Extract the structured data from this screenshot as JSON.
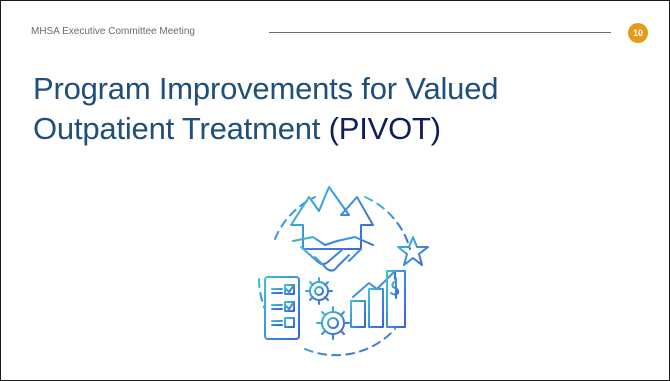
{
  "header": {
    "meeting_title": "MHSA Executive Committee Meeting",
    "page_number": "10"
  },
  "slide": {
    "title_main": "Program Improvements for Valued Outpatient Treatment ",
    "title_acronym": "(PIVOT)"
  },
  "illustration": {
    "icon": "program-improvement-icon"
  },
  "colors": {
    "title": "#1f4f7a",
    "acronym": "#0c1f5c",
    "badge": "#e59b1b",
    "icon_primary": "#3b7be0",
    "icon_secondary": "#3ec1d3"
  }
}
